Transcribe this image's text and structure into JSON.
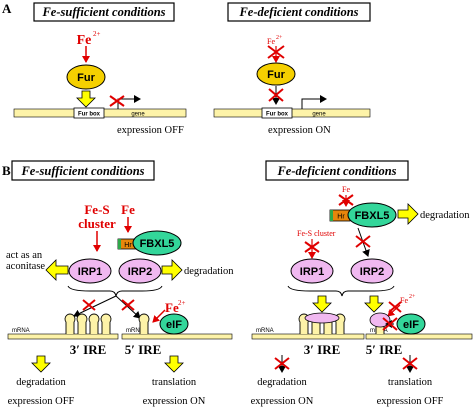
{
  "panel_a": {
    "label": "A",
    "left": {
      "title": "Fe-sufficient conditions",
      "iron": "Fe",
      "iron_charge": "2+",
      "protein": "Fur",
      "box": "Fur box",
      "gene": "gene",
      "result": "expression OFF"
    },
    "right": {
      "title": "Fe-deficient conditions",
      "iron": "Fe",
      "iron_charge": "2+",
      "protein": "Fur",
      "box": "Fur box",
      "gene": "gene",
      "result": "expression ON"
    }
  },
  "panel_b": {
    "label": "B",
    "left": {
      "title": "Fe-sufficient conditions",
      "fes_line1": "Fe-S",
      "fes_line2": "cluster",
      "iron": "Fe",
      "hr": "Hr",
      "fbxl5": "FBXL5",
      "aconitase_line1": "act as an",
      "aconitase_line2": "aconitase",
      "irp1": "IRP1",
      "irp2": "IRP2",
      "degradation": "degradation",
      "iron2": "Fe",
      "iron2_charge": "2+",
      "mrna1": "mRNA",
      "mrna2": "mRNA",
      "eif": "eIF",
      "ire3": "3′ IRE",
      "ire5": "5′ IRE",
      "outcome1": "degradation",
      "outcome2": "translation",
      "result1": "expression OFF",
      "result2": "expression ON"
    },
    "right": {
      "title": "Fe-deficient conditions",
      "iron": "Fe",
      "hr": "Hr",
      "fbxl5": "FBXL5",
      "degradation": "degradation",
      "fes": "Fe-S cluster",
      "irp1": "IRP1",
      "irp2": "IRP2",
      "iron2": "Fe",
      "iron2_charge": "2+",
      "mrna1": "mRNA",
      "mrna2": "mRNA",
      "eif": "eIF",
      "ire3": "3′ IRE",
      "ire5": "5′ IRE",
      "outcome1": "degradation",
      "outcome2": "translation",
      "result1": "expression ON",
      "result2": "expression OFF"
    }
  },
  "colors": {
    "fur": "#f5d000",
    "irp": "#f0b8f0",
    "fbxl5": "#33d69a",
    "eif": "#33d69a",
    "hr": "#e8860b",
    "hr_green": "#2fa84a",
    "dna": "#fdf3a8",
    "arrow_fill": "#ffff00",
    "red": "#e00000"
  }
}
